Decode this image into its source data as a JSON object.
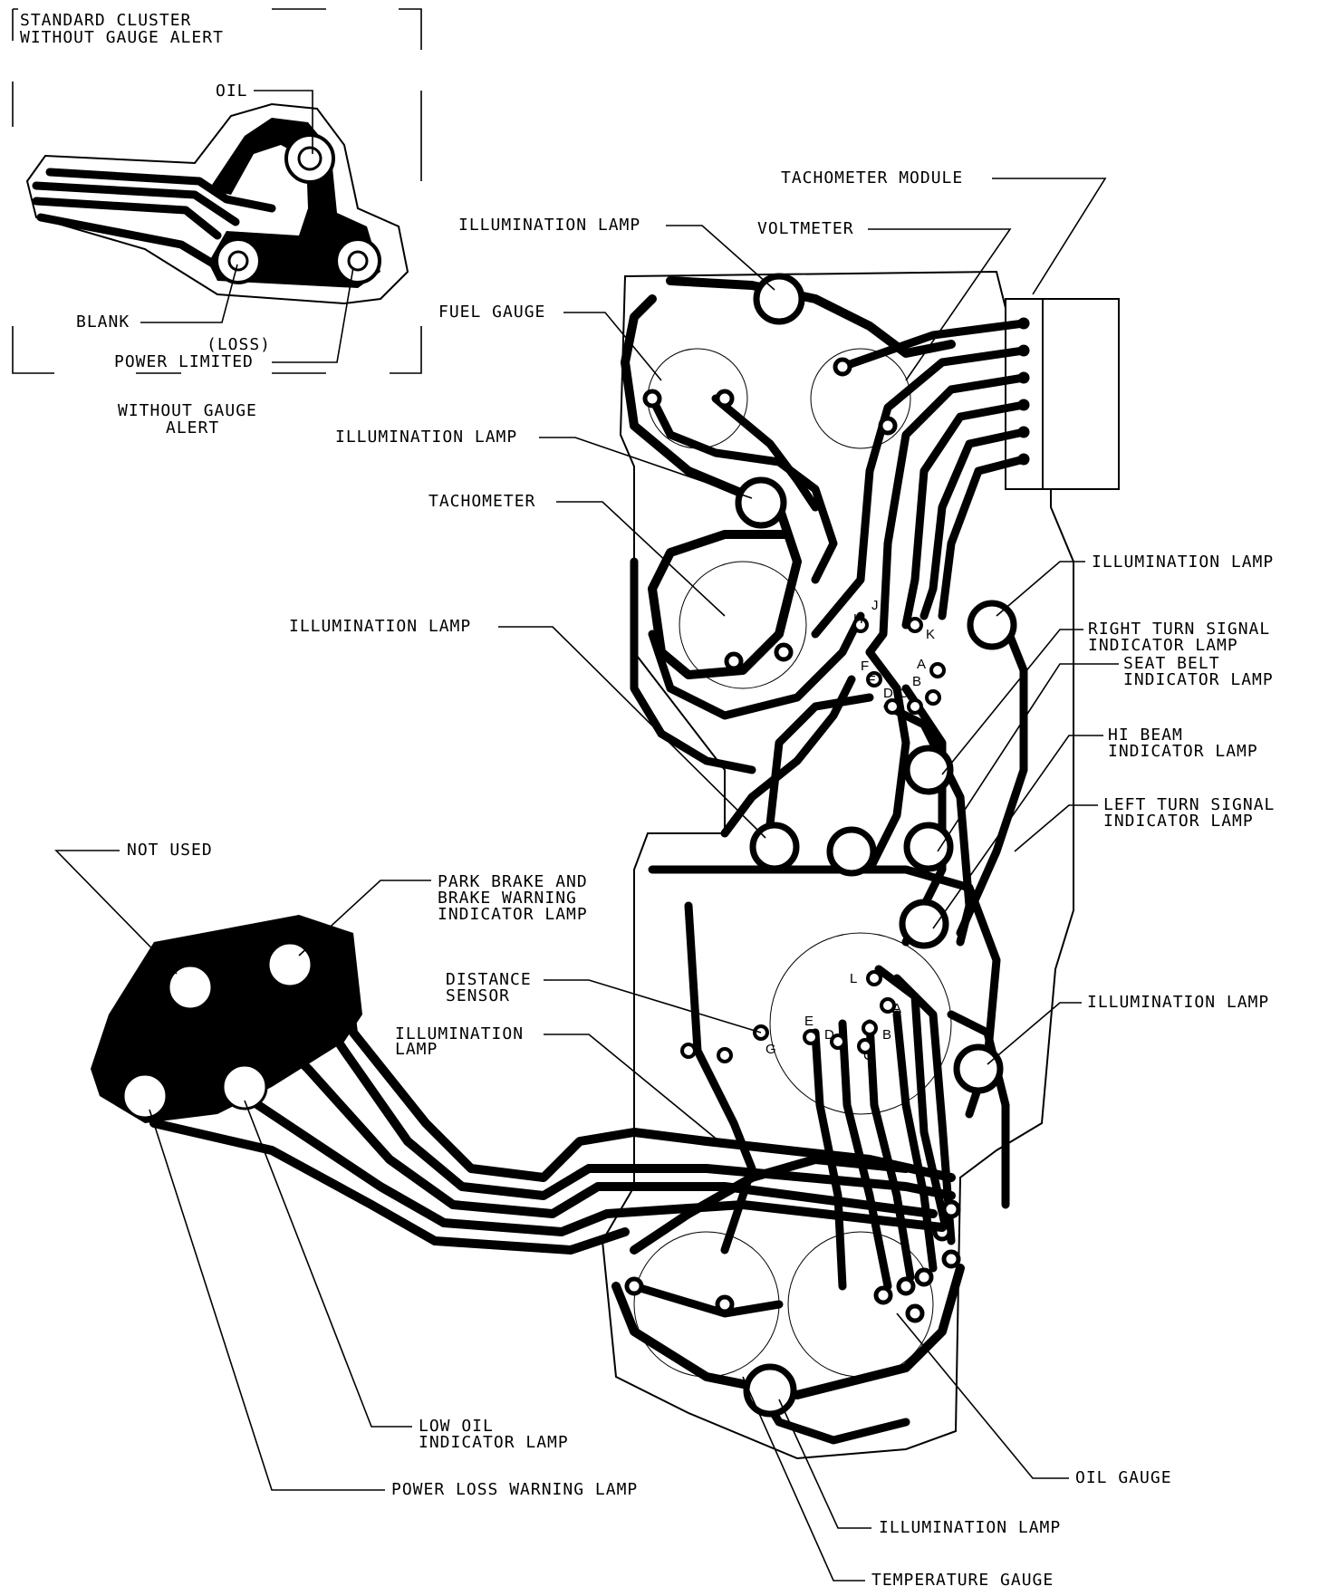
{
  "inset": {
    "title_line1": "STANDARD CLUSTER",
    "title_line2": "WITHOUT GAUGE ALERT",
    "oil": "OIL",
    "blank": "BLANK",
    "loss": "(LOSS)",
    "power_limited": "POWER LIMITED",
    "caption_line1": "WITHOUT GAUGE",
    "caption_line2": "ALERT"
  },
  "labels": {
    "tachometer_module": "TACHOMETER MODULE",
    "illum_lamp_1": "ILLUMINATION LAMP",
    "voltmeter": "VOLTMETER",
    "fuel_gauge": "FUEL GAUGE",
    "illum_lamp_2": "ILLUMINATION LAMP",
    "tachometer": "TACHOMETER",
    "illum_lamp_3": "ILLUMINATION LAMP",
    "illum_lamp_right_1": "ILLUMINATION LAMP",
    "right_turn_1": "RIGHT TURN SIGNAL",
    "right_turn_2": "INDICATOR LAMP",
    "seat_belt_1": "SEAT BELT",
    "seat_belt_2": "INDICATOR LAMP",
    "hi_beam_1": "HI BEAM",
    "hi_beam_2": "INDICATOR LAMP",
    "left_turn_1": "LEFT TURN SIGNAL",
    "left_turn_2": "INDICATOR LAMP",
    "not_used": "NOT USED",
    "park_brake_1": "PARK BRAKE AND",
    "park_brake_2": "BRAKE WARNING",
    "park_brake_3": "INDICATOR LAMP",
    "distance_sensor_1": "DISTANCE",
    "distance_sensor_2": "SENSOR",
    "illum_lamp_4_1": "ILLUMINATION",
    "illum_lamp_4_2": "LAMP",
    "illum_lamp_right_2": "ILLUMINATION LAMP",
    "low_oil_1": "LOW OIL",
    "low_oil_2": "INDICATOR LAMP",
    "power_loss": "POWER LOSS WARNING LAMP",
    "oil_gauge": "OIL GAUGE",
    "illum_lamp_bottom": "ILLUMINATION LAMP",
    "temperature_gauge": "TEMPERATURE GAUGE"
  },
  "pins_upper": [
    "H",
    "J",
    "K",
    "F",
    "A",
    "E",
    "D",
    "C",
    "B"
  ],
  "pins_lower": [
    "L",
    "A",
    "E",
    "D",
    "B",
    "C",
    "G"
  ]
}
